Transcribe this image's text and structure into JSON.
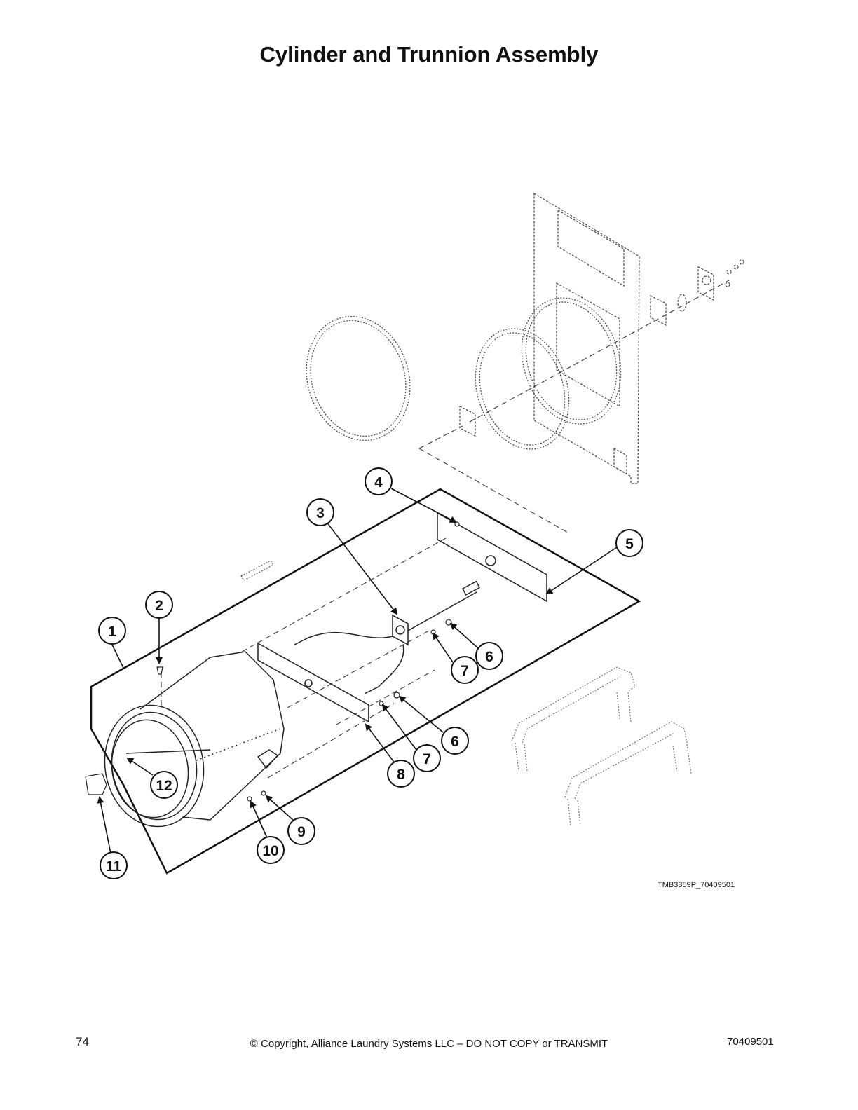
{
  "page": {
    "title": "Cylinder and Trunnion Assembly",
    "figure_code": "TMB3359P_70409501",
    "page_number": "74",
    "copyright": "© Copyright, Alliance Laundry Systems LLC – DO NOT COPY or TRANSMIT",
    "doc_number": "70409501"
  },
  "callouts": [
    {
      "id": "c1",
      "label": "1"
    },
    {
      "id": "c2",
      "label": "2"
    },
    {
      "id": "c3",
      "label": "3"
    },
    {
      "id": "c4",
      "label": "4"
    },
    {
      "id": "c5",
      "label": "5"
    },
    {
      "id": "c6a",
      "label": "6"
    },
    {
      "id": "c6b",
      "label": "6"
    },
    {
      "id": "c7a",
      "label": "7"
    },
    {
      "id": "c7b",
      "label": "7"
    },
    {
      "id": "c8",
      "label": "8"
    },
    {
      "id": "c9",
      "label": "9"
    },
    {
      "id": "c10",
      "label": "10"
    },
    {
      "id": "c11",
      "label": "11"
    },
    {
      "id": "c12",
      "label": "12"
    }
  ]
}
